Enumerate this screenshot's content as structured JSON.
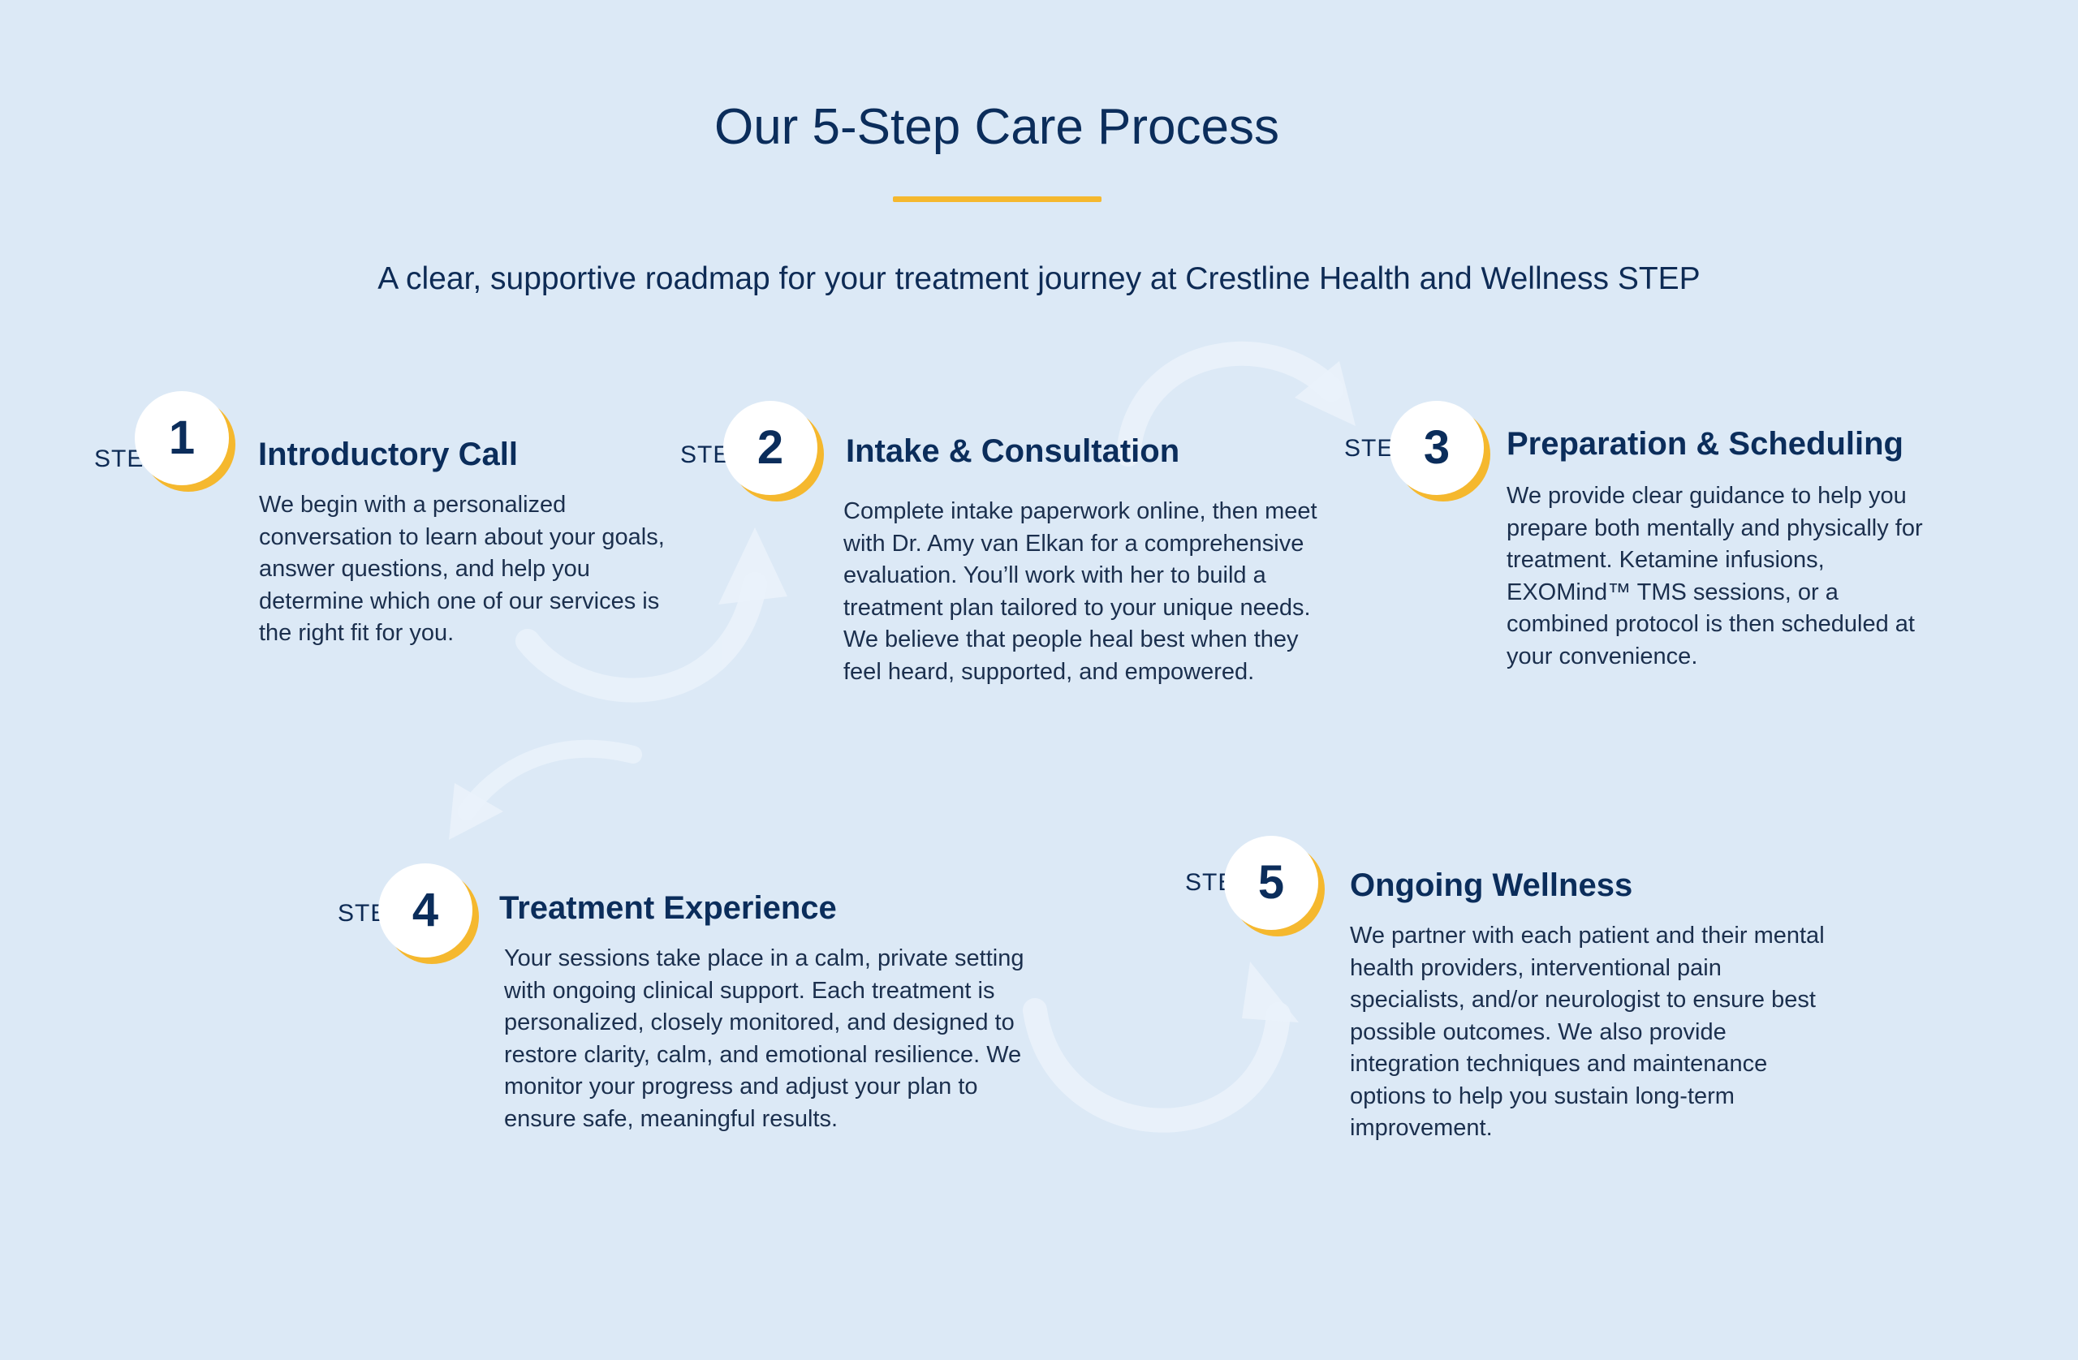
{
  "header": {
    "title": "Our 5-Step Care Process",
    "subtitle": "A clear, supportive roadmap for your treatment journey at Crestline Health and Wellness STEP"
  },
  "colors": {
    "background": "#dce9f6",
    "heading": "#0b2d5b",
    "accent": "#f5b82e",
    "badge": "#ffffff",
    "arrow": "#eaf2fb"
  },
  "step_prefix": "STEP",
  "steps": [
    {
      "number": "1",
      "title": "Introductory Call",
      "description": "We begin with a personalized conversation to learn about your goals, answer questions, and help you determine which one of our services is the right fit for you."
    },
    {
      "number": "2",
      "title": "Intake & Consultation",
      "description": "Complete intake paperwork online, then meet with Dr. Amy van Elkan for a comprehensive evaluation. You’ll work with her to build a treatment plan tailored to your unique needs. We believe that people heal best when they feel heard, supported, and empowered."
    },
    {
      "number": "3",
      "title": "Preparation & Scheduling",
      "description": "We provide clear guidance to help you prepare both mentally and physically for treatment. Ketamine infusions, EXOMind™ TMS sessions, or a combined protocol is then scheduled at your convenience."
    },
    {
      "number": "4",
      "title": "Treatment Experience",
      "description": "Your sessions take place in a calm, private setting with ongoing clinical support. Each treatment is personalized, closely monitored, and designed to restore clarity, calm, and emotional resilience. We monitor your progress and adjust your plan to ensure safe, meaningful results."
    },
    {
      "number": "5",
      "title": "Ongoing Wellness",
      "description": "We partner with each patient and their mental health providers, interventional pain specialists, and/or neurologist to ensure best possible outcomes. We also provide integration techniques and maintenance options to help you sustain long-term improvement."
    }
  ]
}
